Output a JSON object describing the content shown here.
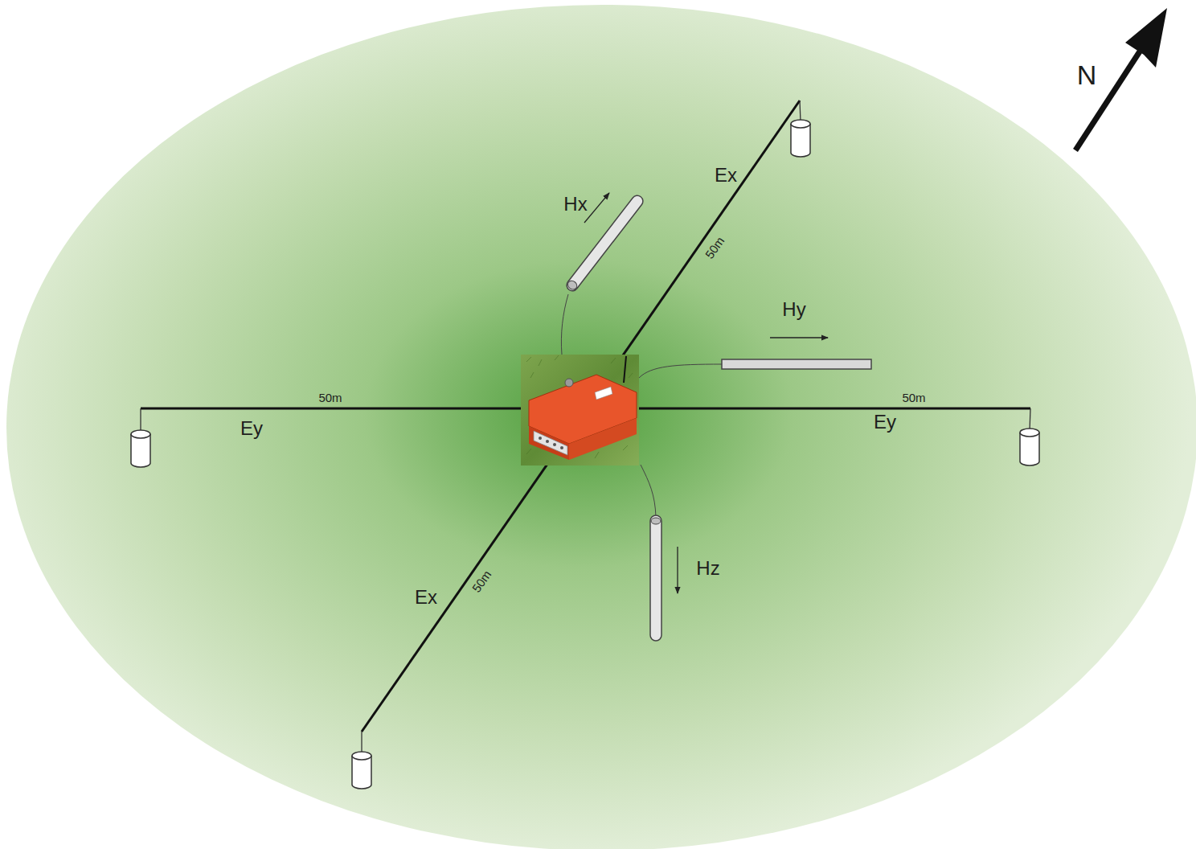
{
  "diagram": {
    "labels": [
      "N",
      "Hx",
      "Ex",
      "50m",
      "Hy",
      "50m",
      "Ey",
      "50m",
      "Ey",
      "Hz",
      "Ex",
      "50m"
    ]
  }
}
